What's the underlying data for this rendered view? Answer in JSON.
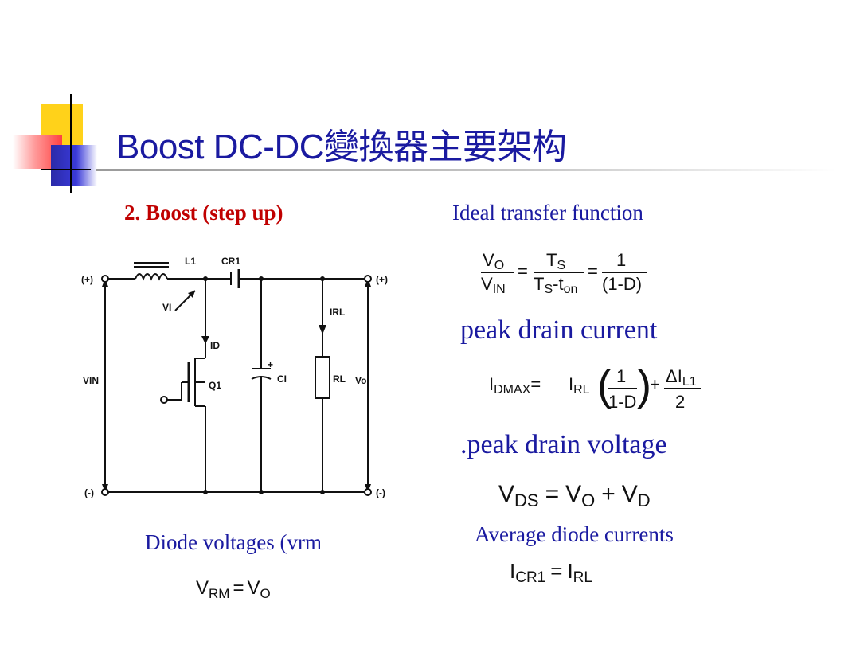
{
  "slide": {
    "title": "Boost DC-DC變換器主要架构",
    "section_label": "2.  Boost (step up)",
    "transfer_label": "Ideal transfer function",
    "peak_current_label": "peak drain current",
    "peak_voltage_label": ".peak drain voltage",
    "diode_voltage_label": "Diode voltages (vrm",
    "avg_current_label": "Average diode currents"
  },
  "circuit": {
    "plus_left": "(+)",
    "plus_right": "(+)",
    "minus_left": "(-)",
    "minus_right": "(-)",
    "inductor": "L1",
    "diode": "CR1",
    "switch": "Q1",
    "capacitor": "CI",
    "resistor": "RL",
    "vin": "VIN",
    "vo": "Vo",
    "vl": "VI",
    "id": "ID",
    "irl": "IRL"
  },
  "equations": {
    "transfer": {
      "num1": "V",
      "num1_sub": "O",
      "den1": "V",
      "den1_sub": "IN",
      "num2": "T",
      "num2_sub": "S",
      "den2": "T",
      "den2_sub": "S",
      "den2_tail": "-t",
      "den2_tail_sub": "on",
      "num3": "1",
      "den3": "(1-D)",
      "eq": "="
    },
    "idmax": {
      "lhs": "I",
      "lhs_sub": "DMAX",
      "irl": "I",
      "irl_sub": "RL",
      "frac_num": "1",
      "frac_den": "1-D",
      "plus": "+",
      "delta_num": "ΔI",
      "delta_sub": "L1",
      "delta_den": "2",
      "eq": "="
    },
    "vds": {
      "lhs": "V",
      "lhs_sub": "DS",
      "eq": "=",
      "a": "V",
      "a_sub": "O",
      "plus": "+",
      "b": "V",
      "b_sub": "D"
    },
    "vrm": {
      "lhs": "V",
      "lhs_sub": "RM",
      "eq": "=",
      "rhs": "V",
      "rhs_sub": "O"
    },
    "icr1": {
      "lhs": "I",
      "lhs_sub": "CR1",
      "eq": "=",
      "rhs": "I",
      "rhs_sub": "RL"
    }
  }
}
